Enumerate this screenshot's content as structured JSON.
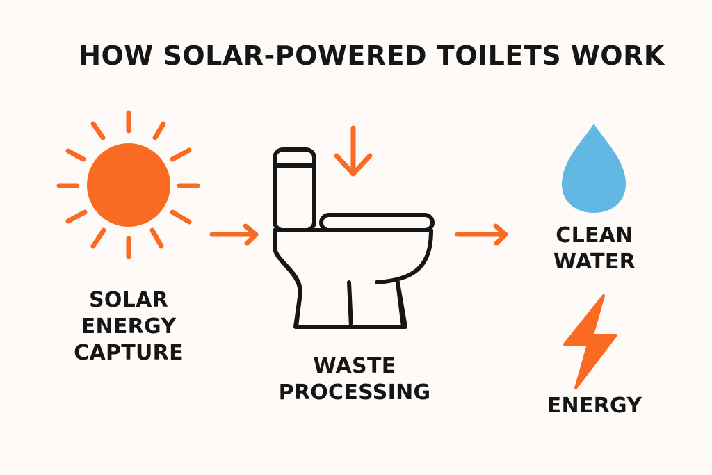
{
  "title": "HOW SOLAR-POWERED TOILETS WORK",
  "colors": {
    "background": "#fdfaf7",
    "accent_orange": "#f96b22",
    "water_blue": "#62b8e3",
    "ink": "#161616"
  },
  "steps": [
    {
      "id": "solar",
      "icon": "sun-icon",
      "label": "SOLAR\nENERGY\nCAPTURE"
    },
    {
      "id": "waste",
      "icon": "toilet-icon",
      "label": "WASTE\nPROCESSING"
    },
    {
      "id": "water",
      "icon": "water-drop-icon",
      "label": "CLEAN\nWATER"
    },
    {
      "id": "energy",
      "icon": "lightning-bolt-icon",
      "label": "ENERGY"
    }
  ],
  "arrows": [
    {
      "id": "input",
      "icon": "arrow-down-icon"
    },
    {
      "id": "solar-to-toilet",
      "icon": "arrow-right-icon"
    },
    {
      "id": "toilet-to-outputs",
      "icon": "arrow-right-icon"
    }
  ]
}
